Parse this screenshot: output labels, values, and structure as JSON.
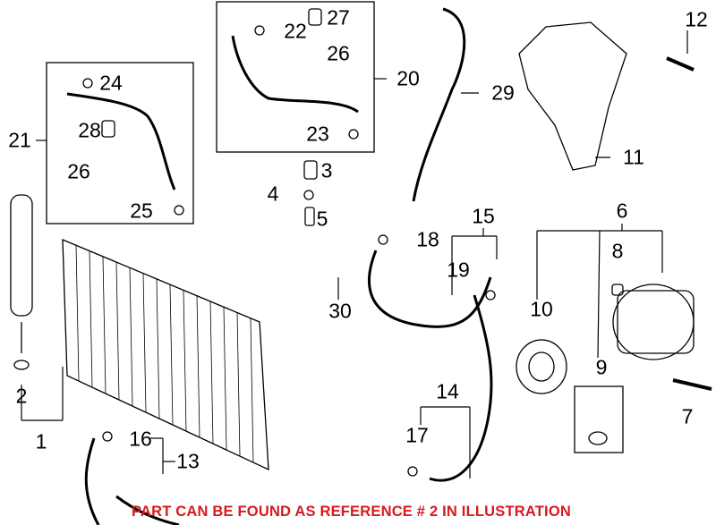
{
  "callouts": [
    {
      "id": "12",
      "label": "12"
    },
    {
      "id": "27",
      "label": "27"
    },
    {
      "id": "22",
      "label": "22"
    },
    {
      "id": "26a",
      "label": "26"
    },
    {
      "id": "20",
      "label": "20"
    },
    {
      "id": "29",
      "label": "29"
    },
    {
      "id": "24",
      "label": "24"
    },
    {
      "id": "21",
      "label": "21"
    },
    {
      "id": "28",
      "label": "28"
    },
    {
      "id": "26b",
      "label": "26"
    },
    {
      "id": "25",
      "label": "25"
    },
    {
      "id": "23",
      "label": "23"
    },
    {
      "id": "3",
      "label": "3"
    },
    {
      "id": "11",
      "label": "11"
    },
    {
      "id": "4",
      "label": "4"
    },
    {
      "id": "5",
      "label": "5"
    },
    {
      "id": "15",
      "label": "15"
    },
    {
      "id": "18",
      "label": "18"
    },
    {
      "id": "6",
      "label": "6"
    },
    {
      "id": "8",
      "label": "8"
    },
    {
      "id": "19",
      "label": "19"
    },
    {
      "id": "10",
      "label": "10"
    },
    {
      "id": "30",
      "label": "30"
    },
    {
      "id": "9",
      "label": "9"
    },
    {
      "id": "2",
      "label": "2"
    },
    {
      "id": "7",
      "label": "7"
    },
    {
      "id": "14",
      "label": "14"
    },
    {
      "id": "1",
      "label": "1"
    },
    {
      "id": "16",
      "label": "16"
    },
    {
      "id": "13",
      "label": "13"
    },
    {
      "id": "17",
      "label": "17"
    }
  ],
  "note": "PART CAN BE FOUND AS REFERENCE # 2 IN ILLUSTRATION",
  "colors": {
    "note": "#d71920",
    "line": "#000000"
  }
}
